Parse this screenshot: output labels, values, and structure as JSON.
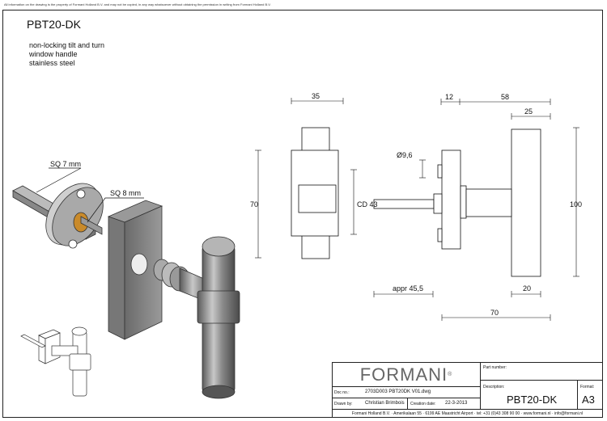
{
  "legal_notice": "All information on the drawing is the property of Formani Holland B.V. and may not be copied, in any way whatsoever without obtaining the permission in writing from Formani Holland B.V.",
  "product_code": "PBT20-DK",
  "description_lines": [
    "non-locking tilt and turn",
    "window handle",
    "stainless steel"
  ],
  "callouts": {
    "sq7": "SQ 7 mm",
    "sq8": "SQ 8 mm"
  },
  "dimensions": {
    "d35": "35",
    "d12": "12",
    "d58": "58",
    "d25": "25",
    "d70_left": "70",
    "d100": "100",
    "dia": "Ø9,6",
    "cd43": "CD 43",
    "appr": "appr 45,5",
    "d20": "20",
    "d70_bottom": "70"
  },
  "title_block": {
    "brand": "FORMANI",
    "reg": "®",
    "doc_no_label": "Doc no.:",
    "doc_no": "2703D003 PBT20DK V01.dwg",
    "drawn_by_label": "Drawn by:",
    "drawn_by": "Christian Brimbois",
    "creation_label": "Creation date:",
    "creation_date": "22-3-2013",
    "part_number_label": "Part number:",
    "description_label": "Description:",
    "description": "PBT20-DK",
    "format_label": "Format:",
    "format": "A3",
    "footer": "Formani Holland B.V. · Amerikalaan 55 · 6199 AE Maastricht Airport · tel: +31 (0)43 308 90 00 · www.formani.nl · info@formani.nl"
  }
}
